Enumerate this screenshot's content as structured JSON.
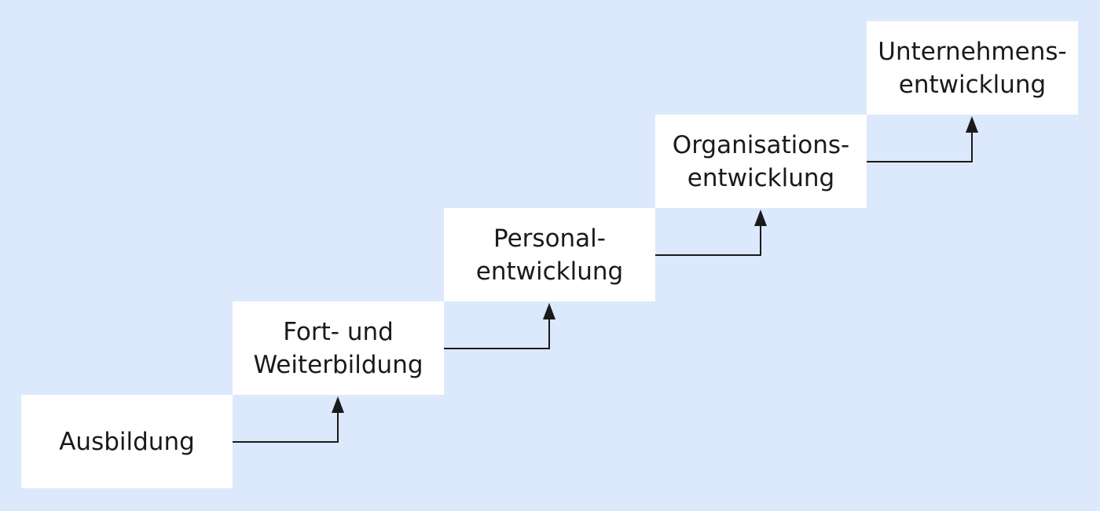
{
  "diagram": {
    "type": "staircase",
    "colors": {
      "background": "#dce8fc",
      "box": "#ffffff",
      "line": "#1a1a1a",
      "text": "#1a1a1a"
    },
    "steps": [
      {
        "label": "Ausbildung"
      },
      {
        "label": "Fort- und\nWeiterbildung"
      },
      {
        "label": "Personal-\nentwicklung"
      },
      {
        "label": "Organisations-\nentwicklung"
      },
      {
        "label": "Unternehmens-\nentwicklung"
      }
    ],
    "arrows": [
      {
        "from": 0,
        "to": 1
      },
      {
        "from": 1,
        "to": 2
      },
      {
        "from": 2,
        "to": 3
      },
      {
        "from": 3,
        "to": 4
      }
    ]
  }
}
